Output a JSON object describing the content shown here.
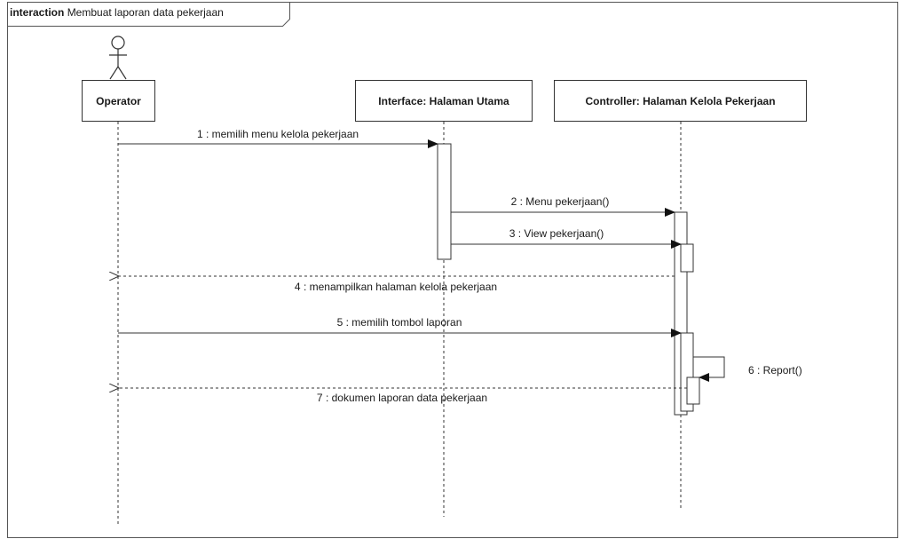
{
  "frame": {
    "keyword": "interaction",
    "name": "Membuat laporan data pekerjaan"
  },
  "lifelines": {
    "operator": "Operator",
    "interface": "Interface: Halaman Utama",
    "controller": "Controller: Halaman Kelola Pekerjaan"
  },
  "messages": [
    {
      "number": "1",
      "text": "1 : memilih menu kelola pekerjaan",
      "kind": "sync"
    },
    {
      "number": "2",
      "text": "2 : Menu pekerjaan()",
      "kind": "sync"
    },
    {
      "number": "3",
      "text": "3 : View pekerjaan()",
      "kind": "sync"
    },
    {
      "number": "4",
      "text": "4 : menampilkan halaman kelola pekerjaan",
      "kind": "return"
    },
    {
      "number": "5",
      "text": "5 : memilih tombol laporan",
      "kind": "sync"
    },
    {
      "number": "6",
      "text": "6 : Report()",
      "kind": "self"
    },
    {
      "number": "7",
      "text": "7 : dokumen laporan data  pekerjaan",
      "kind": "return"
    }
  ]
}
